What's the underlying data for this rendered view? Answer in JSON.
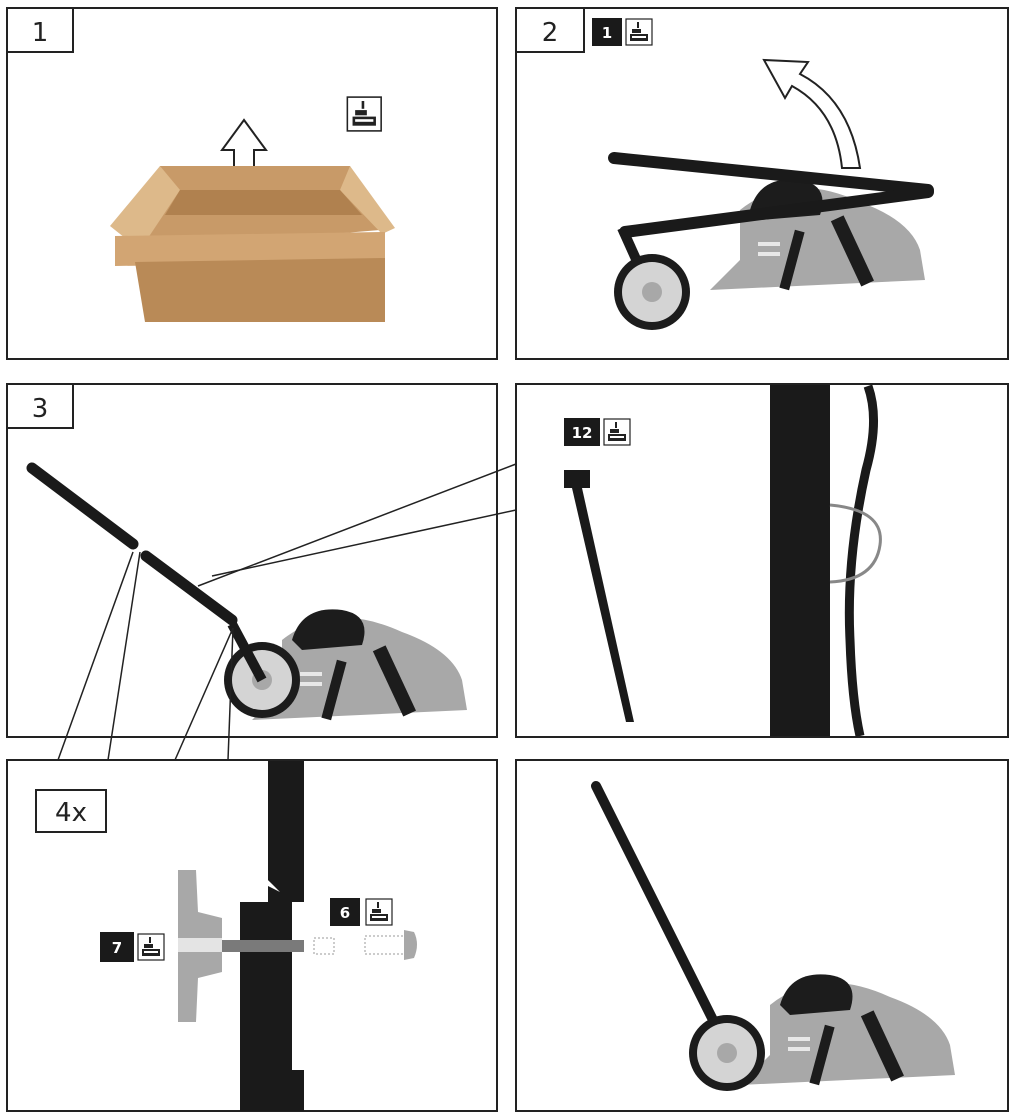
{
  "panels": [
    {
      "label": "1"
    },
    {
      "label": "2",
      "part": "1"
    },
    {
      "label": "3"
    },
    {
      "part": "12"
    },
    {
      "label": "4x",
      "parts": [
        "7",
        "6"
      ]
    },
    {}
  ],
  "colors": {
    "frame": "#222222",
    "handle": "#1a1a1a",
    "deck": "#a8a8a8",
    "motor": "#1c1c1c",
    "box": "#c89a68",
    "box_dark": "#b0814f",
    "box_light": "#ddb98a"
  },
  "icons": [
    "box-symbol-icon",
    "up-arrow-icon",
    "curved-arrow-icon",
    "cable-tie-icon",
    "knob-icon",
    "bolt-icon"
  ]
}
